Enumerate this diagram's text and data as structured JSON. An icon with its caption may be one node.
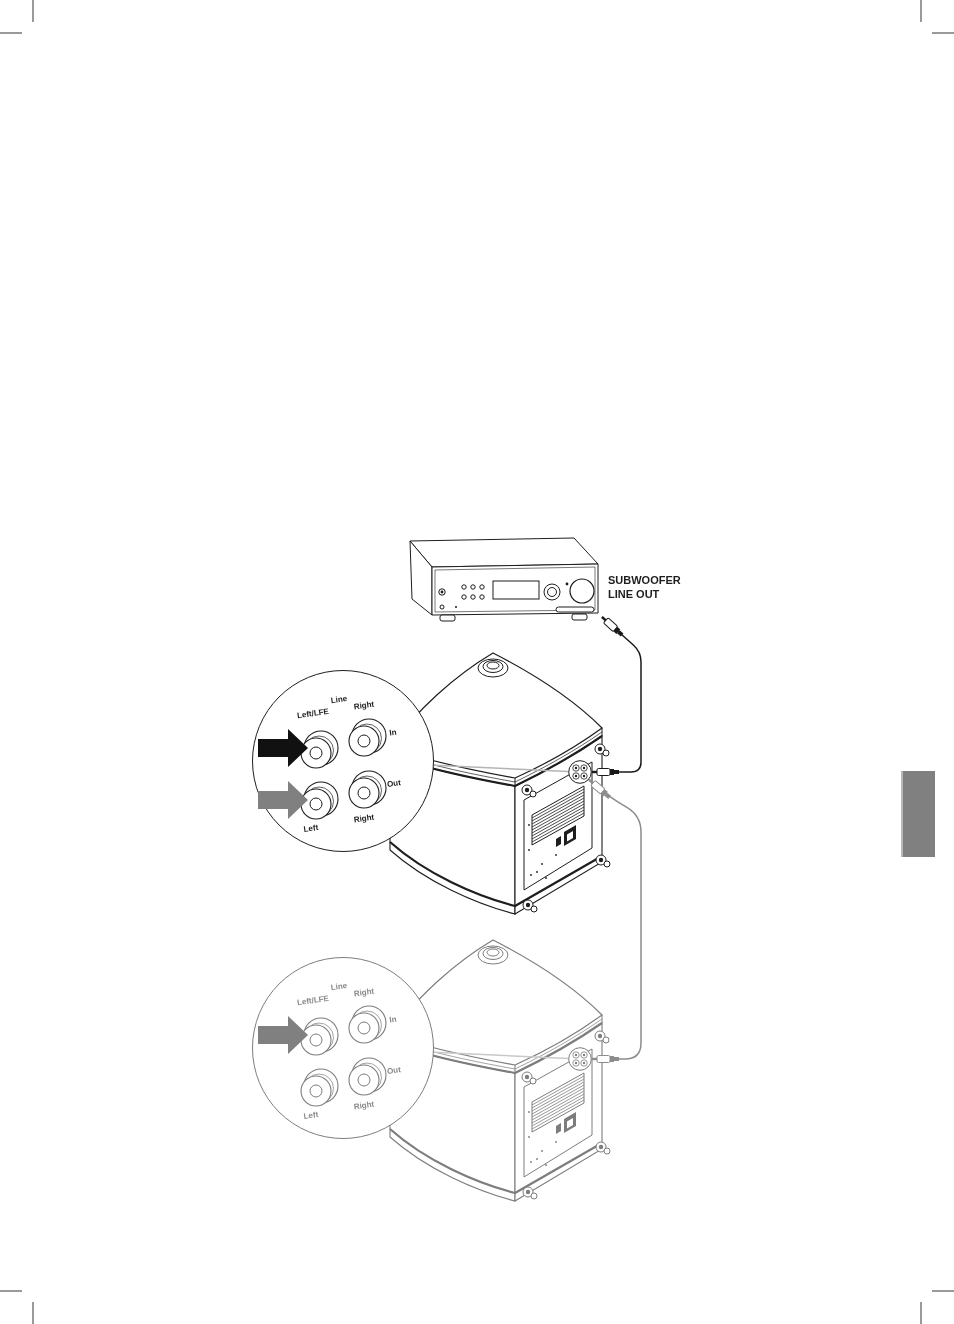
{
  "diagram": {
    "nodes": [
      {
        "text": [],
        "shape": "picture",
        "beside": [
          "SUBWOOFER LINE OUT"
        ]
      },
      {
        "text": [],
        "shape": "picture"
      },
      {
        "text": [],
        "shape": "circle",
        "in": 1
      },
      {
        "text": [
          "Line",
          "Left/LFE",
          "Right",
          "In",
          "Out",
          "Left",
          "Right"
        ]
      },
      {
        "text": [],
        "shape": "picture"
      },
      {
        "text": [],
        "shape": "circle",
        "in": 4
      },
      {
        "text": [
          "Line",
          "Left/LFE",
          "Right",
          "In",
          "Out",
          "Left",
          "Right"
        ]
      }
    ],
    "edges": [
      {
        "from": 0,
        "to": 2,
        "arrow": "other"
      },
      {
        "from": 2,
        "to": 5,
        "arrow": "other",
        "color": "#8c8c8c"
      },
      {
        "from": 3,
        "to": 2,
        "arrow": "none",
        "color": "#b4b4b4"
      },
      {
        "from": 6,
        "to": 5,
        "arrow": "none",
        "color": "#c8c8c8"
      }
    ]
  }
}
